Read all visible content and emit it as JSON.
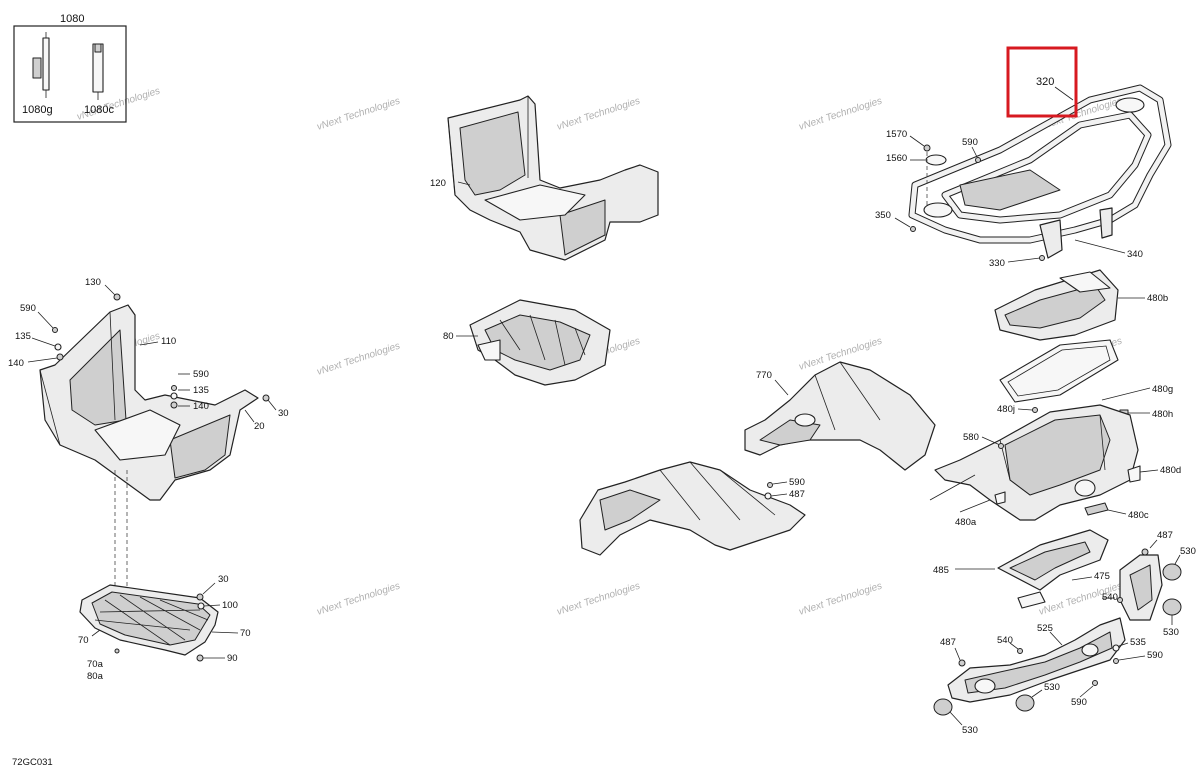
{
  "diagram_code": "72GC031",
  "watermark": "vNext Technologies",
  "inset": {
    "title": "1080",
    "labels": [
      "1080g",
      "1080c"
    ]
  },
  "highlight": {
    "label": "320"
  },
  "callouts": {
    "c120": "120",
    "c80": "80",
    "c130": "130",
    "c590a": "590",
    "c135a": "135",
    "c140a": "140",
    "c110": "110",
    "c590b": "590",
    "c135b": "135",
    "c140b": "140",
    "c20": "20",
    "c30a": "30",
    "c30b": "30",
    "c100": "100",
    "c70a": "70",
    "c70b": "70",
    "c90": "90",
    "c70c": "70a",
    "c80a": "80a",
    "c1570": "1570",
    "c1560": "1560",
    "c590c": "590",
    "c350": "350",
    "c330": "330",
    "c340": "340",
    "c480b": "480b",
    "c480g": "480g",
    "c480j": "480j",
    "c480h": "480h",
    "c580": "580",
    "c480d": "480d",
    "c480a": "480a",
    "c480c": "480c",
    "c770": "770",
    "c590d": "590",
    "c487a": "487",
    "c485": "485",
    "c475": "475",
    "c540a": "540",
    "c487b": "487",
    "c530a": "530",
    "c530b": "530",
    "c487c": "487",
    "c540b": "540",
    "c525": "525",
    "c535": "535",
    "c590e": "590",
    "c530c": "530",
    "c590f": "590",
    "c530d": "530"
  }
}
